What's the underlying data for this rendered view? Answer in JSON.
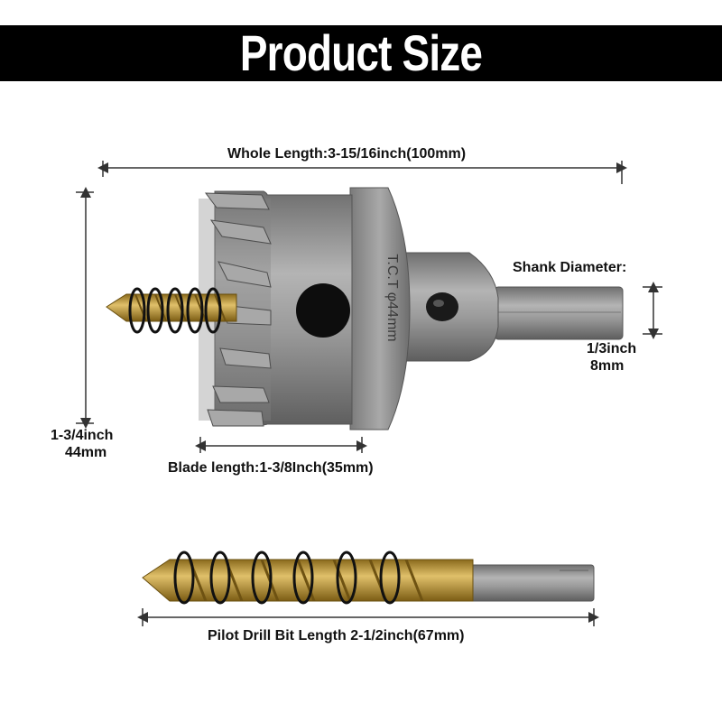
{
  "header": {
    "title": "Product Size"
  },
  "dimensions": {
    "whole_length": "Whole Length:3-15/16inch(100mm)",
    "shank_title": "Shank Diameter:",
    "shank_inch": "1/3inch",
    "shank_mm": "8mm",
    "height_inch": "1-3/4inch",
    "height_mm": "44mm",
    "blade_length": "Blade length:1-3/8Inch(35mm)",
    "pilot_length": "Pilot Drill Bit Length 2-1/2inch(67mm)"
  },
  "product": {
    "engraving": "T.C.T φ44mm"
  },
  "colors": {
    "banner": "#000000",
    "steel": "#8e8e8e",
    "gold": "#c9a23a",
    "spring": "#111111"
  }
}
